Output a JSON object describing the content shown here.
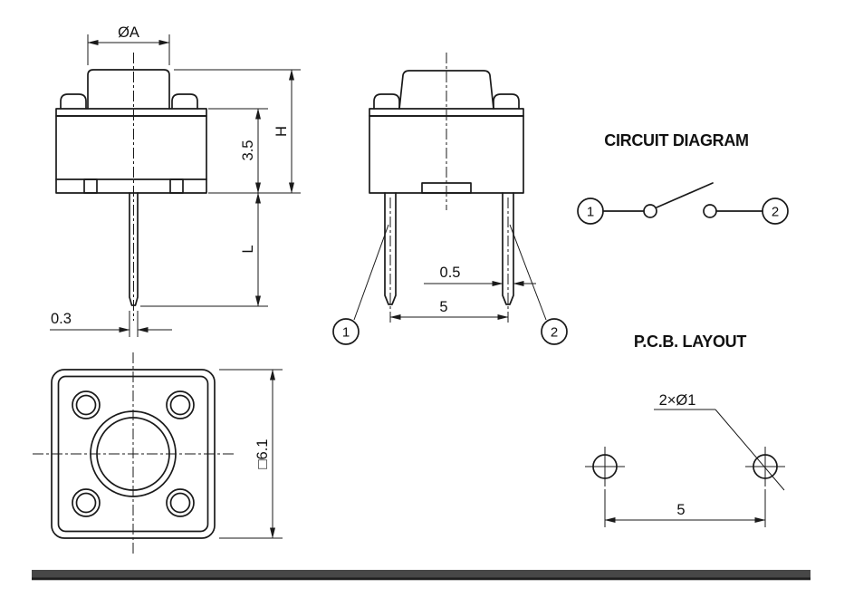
{
  "colors": {
    "line": "#1a1a1a",
    "footer_bar": "#474747"
  },
  "side_view": {
    "dim_diameter": "ØA",
    "dim_upper_height": "3.5",
    "dim_total_height": "H",
    "dim_pin_length": "L",
    "dim_pin_thickness": "0.3"
  },
  "front_view": {
    "dim_pin_width": "0.5",
    "dim_pin_pitch": "5",
    "terminal1": "1",
    "terminal2": "2"
  },
  "circuit_diagram": {
    "title": "CIRCUIT DIAGRAM",
    "terminal1": "1",
    "terminal2": "2"
  },
  "bottom_view": {
    "dim_body_size": "□6.1"
  },
  "pcb_layout": {
    "title": "P.C.B. LAYOUT",
    "holes_label": "2×Ø1",
    "dim_pitch": "5"
  }
}
